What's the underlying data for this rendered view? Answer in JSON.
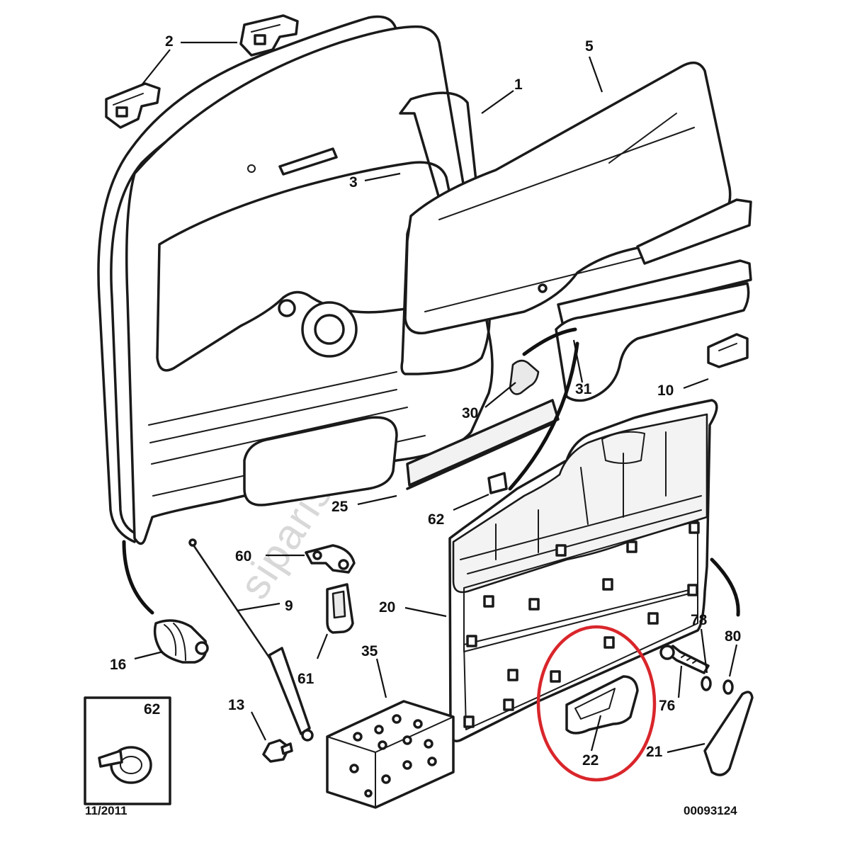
{
  "callouts": {
    "c1": "1",
    "c2": "2",
    "c3": "3",
    "c5": "5",
    "c9": "9",
    "c10": "10",
    "c13": "13",
    "c16": "16",
    "c20": "20",
    "c21": "21",
    "c22": "22",
    "c25": "25",
    "c30": "30",
    "c31": "31",
    "c35": "35",
    "c60": "60",
    "c61": "61",
    "c62": "62",
    "c62_inset": "62",
    "c76": "76",
    "c78": "78",
    "c80": "80"
  },
  "footer": {
    "date": "11/2011",
    "reference": "00093124"
  },
  "watermark": "siparisparca.com",
  "highlight_color": "#d9262b"
}
